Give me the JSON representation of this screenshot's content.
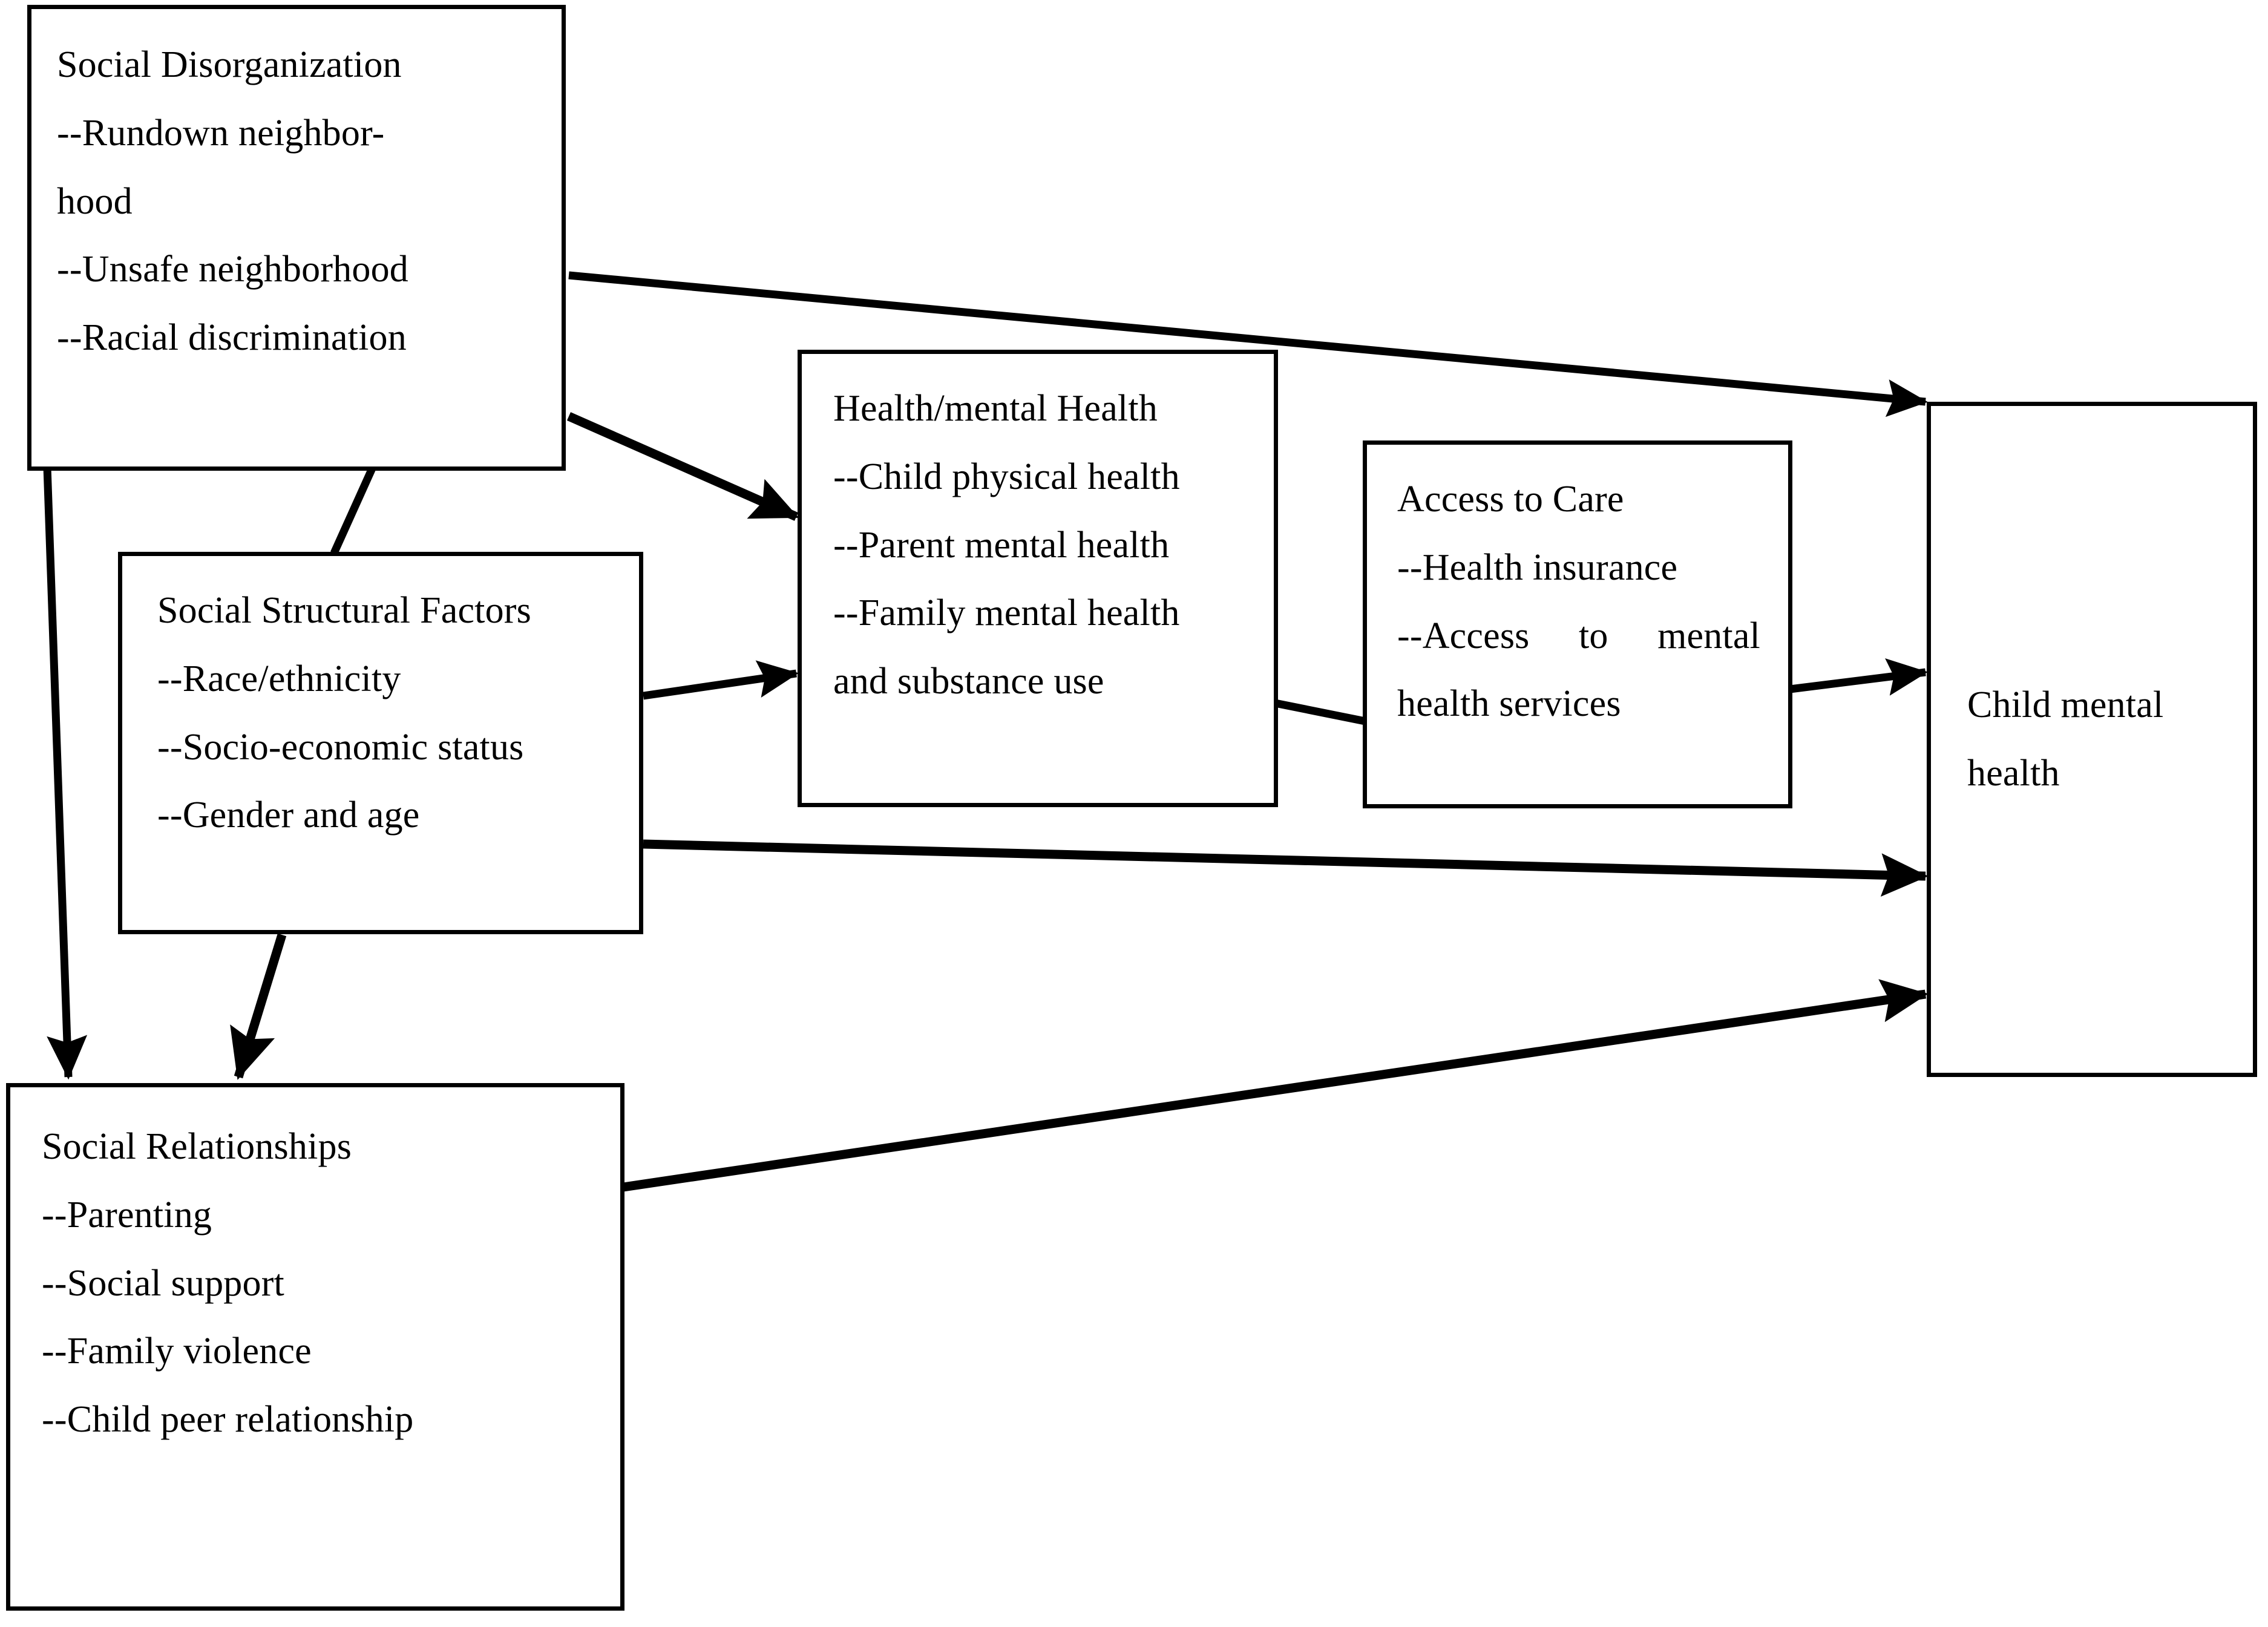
{
  "diagram": {
    "type": "conceptual-framework-flow",
    "title_text": "",
    "colors": {
      "box_border": "#000000",
      "arrow": "#000000",
      "background": "#ffffff",
      "text": "#000000"
    },
    "nodes": [
      {
        "id": "social-disorganization",
        "heading": "Social Disorganization",
        "items": [
          "--Rundown neighbor-",
          "hood",
          "--Unsafe neighborhood",
          "--Racial discrimination"
        ]
      },
      {
        "id": "social-structural-factors",
        "heading": "Social Structural Factors",
        "items": [
          "--Race/ethnicity",
          "--Socio-economic status",
          "--Gender and age"
        ]
      },
      {
        "id": "health-mental-health",
        "heading": "Health/mental Health",
        "items": [
          "--Child physical health",
          "--Parent mental health",
          "--Family mental health",
          "and substance use"
        ]
      },
      {
        "id": "access-to-care",
        "heading": "Access to Care",
        "items": [
          "--Health insurance",
          "--Access",
          "to",
          "mental",
          "health services"
        ]
      },
      {
        "id": "social-relationships",
        "heading": "Social Relationships",
        "items": [
          "--Parenting",
          "--Social support",
          "--Family violence",
          "--Child peer relationship"
        ]
      },
      {
        "id": "child-mental-health",
        "heading": "Child mental",
        "items": [
          "health"
        ]
      }
    ],
    "edges": [
      {
        "from": "social-disorganization",
        "to": "child-mental-health",
        "arrowhead": true
      },
      {
        "from": "social-disorganization",
        "to": "health-mental-health",
        "arrowhead": true
      },
      {
        "from": "social-disorganization",
        "to": "social-structural-factors",
        "arrowhead": false
      },
      {
        "from": "social-disorganization",
        "to": "social-relationships",
        "arrowhead": true
      },
      {
        "from": "social-structural-factors",
        "to": "health-mental-health",
        "arrowhead": true
      },
      {
        "from": "social-structural-factors",
        "to": "child-mental-health",
        "arrowhead": true
      },
      {
        "from": "social-structural-factors",
        "to": "social-relationships",
        "arrowhead": true
      },
      {
        "from": "health-mental-health",
        "to": "access-to-care",
        "arrowhead": false
      },
      {
        "from": "access-to-care",
        "to": "child-mental-health",
        "arrowhead": true
      },
      {
        "from": "social-relationships",
        "to": "child-mental-health",
        "arrowhead": true
      }
    ]
  }
}
